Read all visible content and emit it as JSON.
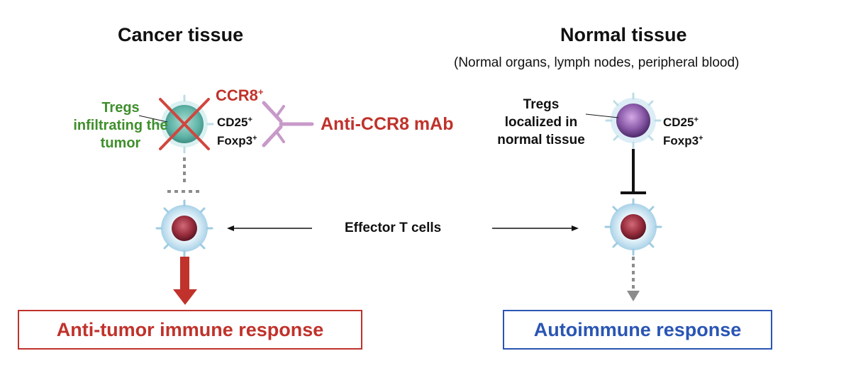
{
  "left": {
    "title": "Cancer tissue",
    "tregs_label_lines": [
      "Tregs",
      "infiltrating the",
      "tumor"
    ],
    "marker_ccr8": "CCR8",
    "marker_cd25": "CD25",
    "marker_foxp3": "Foxp3",
    "superscript": "+",
    "antibody_label": "Anti-CCR8 mAb",
    "response_label": "Anti-tumor immune response"
  },
  "right": {
    "title": "Normal tissue",
    "subtitle": "(Normal organs, lymph nodes, peripheral blood)",
    "tregs_label_lines": [
      "Tregs",
      "localized in",
      "normal tissue"
    ],
    "marker_cd25": "CD25",
    "marker_foxp3": "Foxp3",
    "superscript": "+",
    "response_label": "Autoimmune response"
  },
  "center": {
    "effector_label": "Effector T cells"
  },
  "colors": {
    "red": "#c0322b",
    "green": "#3f8f2c",
    "blue": "#2a55b4",
    "gray": "#8c8c8c",
    "antibody": "#c79ac9",
    "treg_cancer": "#79c3b6",
    "treg_normal": "#8a5aa8",
    "effector_nucleus": "#9a2e3e",
    "effector_halo": "#cde6f3"
  },
  "icons": {
    "cancer_treg": "treg-cell-crossed-out",
    "normal_treg": "treg-cell",
    "effector": "effector-t-cell",
    "antibody": "antibody-y-shape",
    "inhibition": "t-bar-inhibition"
  }
}
